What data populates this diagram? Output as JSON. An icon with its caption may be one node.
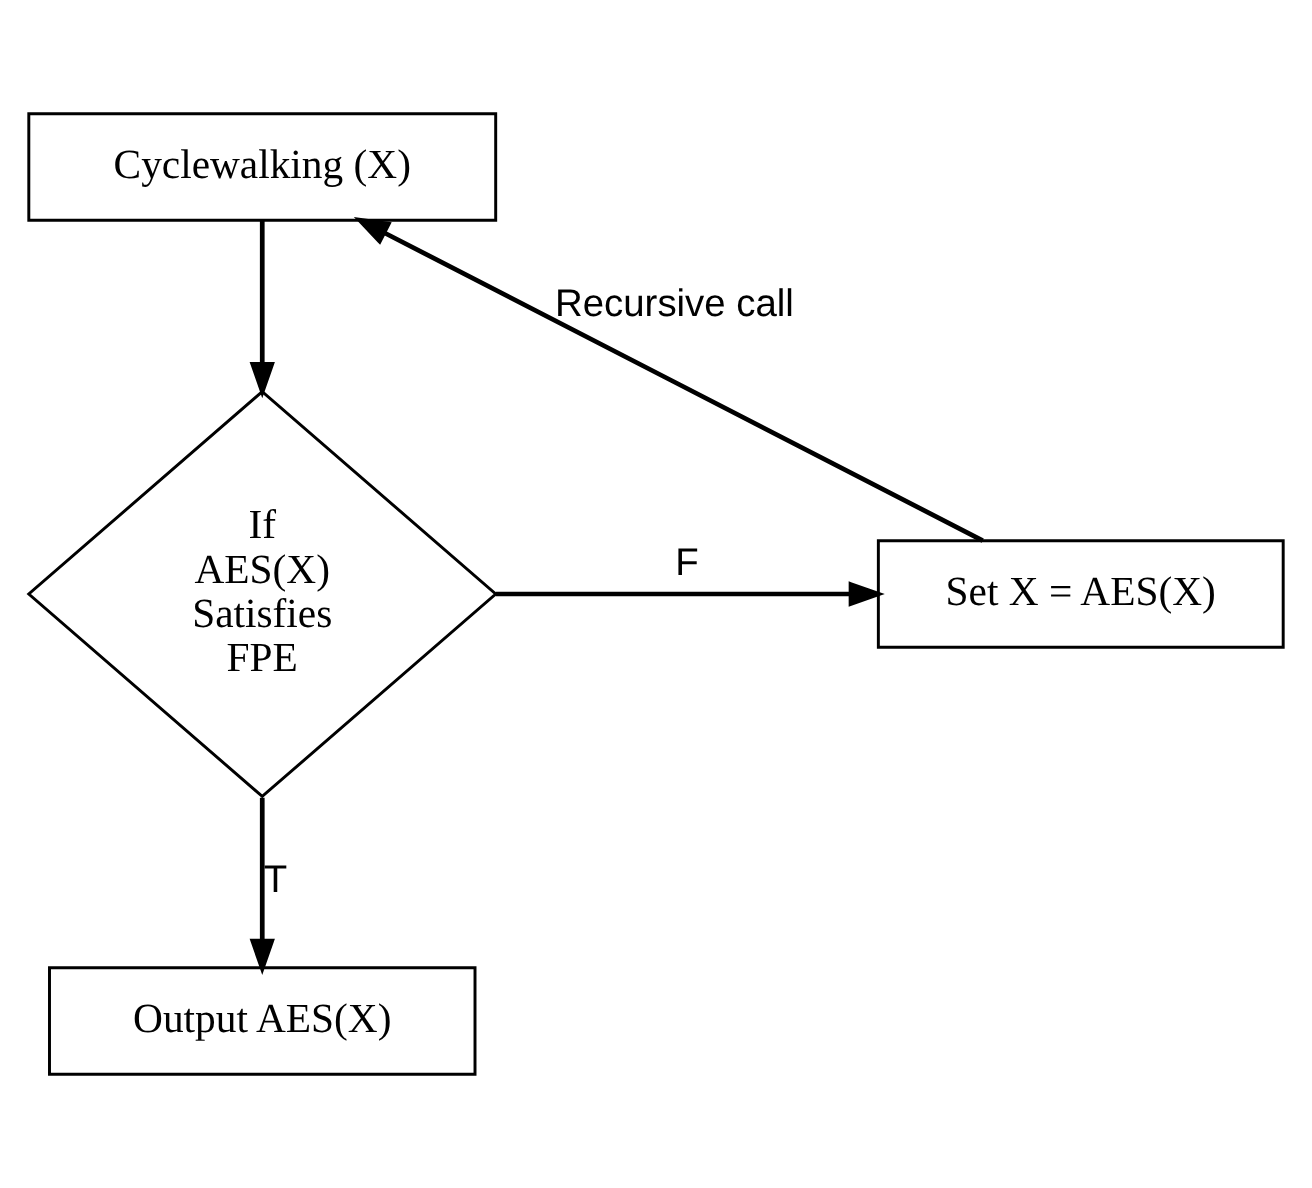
{
  "diagram": {
    "nodes": [
      {
        "text": [
          "Cyclewalking (X)"
        ]
      },
      {
        "text": [
          "If AES(X) Satisfies FPE"
        ]
      },
      {
        "text": [
          "Set X = AES(X)"
        ]
      },
      {
        "text": [
          "Output AES(X)"
        ]
      }
    ],
    "edges": [
      {
        "from": 0,
        "to": 1,
        "arrow": "to"
      },
      {
        "from": 1,
        "to": 2,
        "arrow": "to",
        "label": "F"
      },
      {
        "from": 1,
        "to": 3,
        "arrow": "to",
        "label": "T"
      },
      {
        "from": 2,
        "to": 0,
        "arrow": "to",
        "label": "Recursive call"
      }
    ]
  }
}
